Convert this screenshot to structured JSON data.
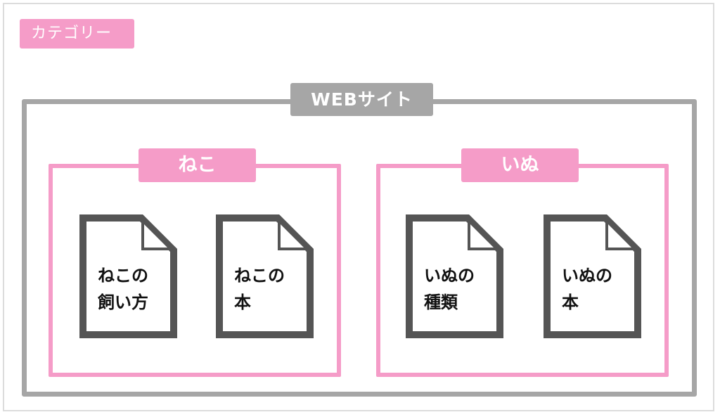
{
  "category_label": "カテゴリー",
  "website": {
    "label": "WEBサイト"
  },
  "groups": [
    {
      "label": "ねこ",
      "pages": [
        {
          "title_line1": "ねこの",
          "title_line2": "飼い方"
        },
        {
          "title_line1": "ねこの",
          "title_line2": "本"
        }
      ]
    },
    {
      "label": "いぬ",
      "pages": [
        {
          "title_line1": "いぬの",
          "title_line2": "種類"
        },
        {
          "title_line1": "いぬの",
          "title_line2": "本"
        }
      ]
    }
  ],
  "colors": {
    "category_pink": "#f59cc8",
    "site_gray": "#a6a6a6",
    "doc_gray": "#555555"
  },
  "icons": {
    "page": "document-icon"
  }
}
